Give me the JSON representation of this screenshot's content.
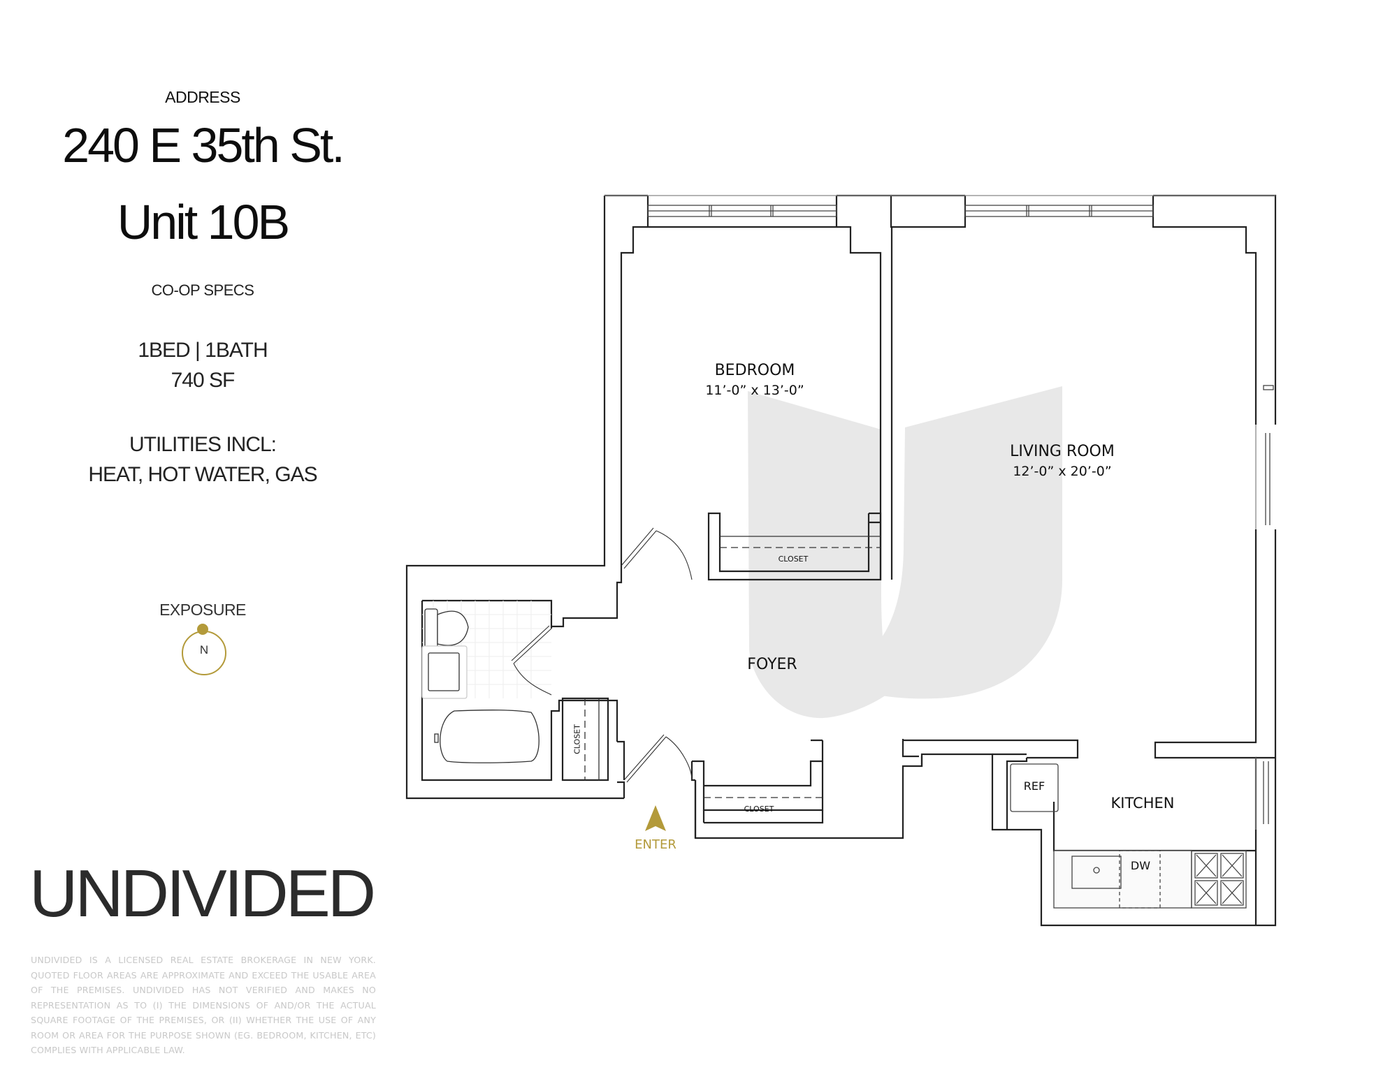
{
  "listing": {
    "address_label": "ADDRESS",
    "address_line1": "240 E 35th St.",
    "address_line2": "Unit 10B",
    "specs_label": "CO-OP SPECS",
    "beds_baths": "1BED | 1BATH",
    "square_feet": "740 SF",
    "utilities_label": "UTILITIES INCL:",
    "utilities_list": "HEAT, HOT WATER, GAS",
    "exposure_label": "EXPOSURE",
    "exposure_direction": "N"
  },
  "brand": {
    "name": "UNDIVIDED",
    "disclaimer": "UNDIVIDED IS A LICENSED REAL ESTATE BROKERAGE IN NEW YORK. QUOTED FLOOR AREAS ARE APPROXIMATE AND EXCEED THE USABLE AREA OF THE PREMISES. UNDIVIDED HAS NOT VERIFIED AND MAKES NO REPRESENTATION AS TO (I) THE DIMENSIONS OF AND/OR THE ACTUAL SQUARE FOOTAGE OF THE PREMISES, OR (II) WHETHER THE USE OF ANY ROOM OR AREA FOR THE PURPOSE SHOWN (EG. BEDROOM, KITCHEN, ETC) COMPLIES WITH APPLICABLE LAW."
  },
  "floorplan": {
    "rooms": {
      "bedroom": {
        "name": "BEDROOM",
        "dimensions": "11’-0” x 13’-0”"
      },
      "living_room": {
        "name": "LIVING ROOM",
        "dimensions": "12’-0” x 20’-0”"
      },
      "foyer": {
        "name": "FOYER"
      },
      "kitchen": {
        "name": "KITCHEN"
      }
    },
    "labels": {
      "bedroom_closet": "CLOSET",
      "bath_closet": "CLOSET",
      "entry_closet": "CLOSET",
      "refrigerator": "REF",
      "dishwasher": "DW",
      "enter": "ENTER"
    },
    "colors": {
      "wall": "#222222",
      "accent_gold": "#b39a3a",
      "watermark": "#e8e8e8",
      "disclaimer_text": "#c8c8c8"
    }
  }
}
